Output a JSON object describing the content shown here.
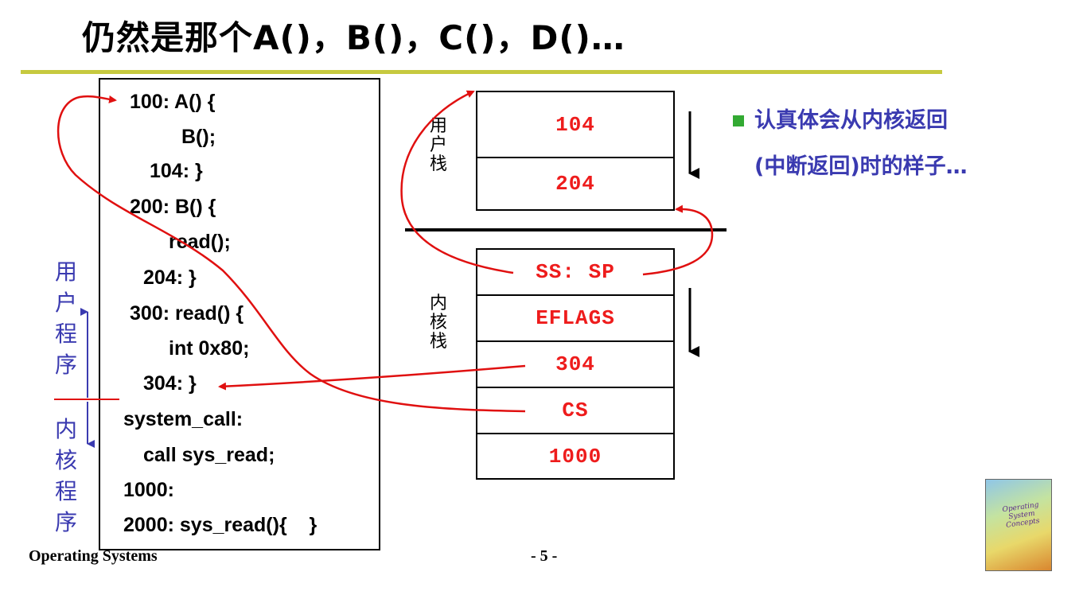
{
  "title": "仍然是那个A()，B()，C()，D()…",
  "code_lines": [
    "100: A() {",
    "B();",
    "104: }",
    "200: B() {",
    "read();",
    "204: }",
    "300: read() {",
    "int 0x80;",
    "304: }",
    "system_call:",
    "call sys_read;",
    "1000:",
    "2000: sys_read(){    }"
  ],
  "user_stack": {
    "label": "用户栈",
    "cells": [
      "104",
      "204"
    ]
  },
  "kernel_stack": {
    "label": "内核栈",
    "cells": [
      "SS: SP",
      "EFLAGS",
      "304",
      "CS",
      "1000"
    ]
  },
  "side_labels": {
    "user_program": "用户程序",
    "kernel_program": "内核程序"
  },
  "bullet": {
    "line1": "认真体会从内核返回",
    "line2": "(中断返回)时的样子…"
  },
  "footer": {
    "course": "Operating Systems",
    "page": "- 5 -"
  },
  "book_cover": {
    "title": "Operating System Concepts"
  },
  "colors": {
    "accent_rule": "#c6c93f",
    "stack_text": "#ee1c1c",
    "arrow": "#e01010",
    "label_blue": "#3a3ab0",
    "bullet_green": "#33aa33"
  }
}
